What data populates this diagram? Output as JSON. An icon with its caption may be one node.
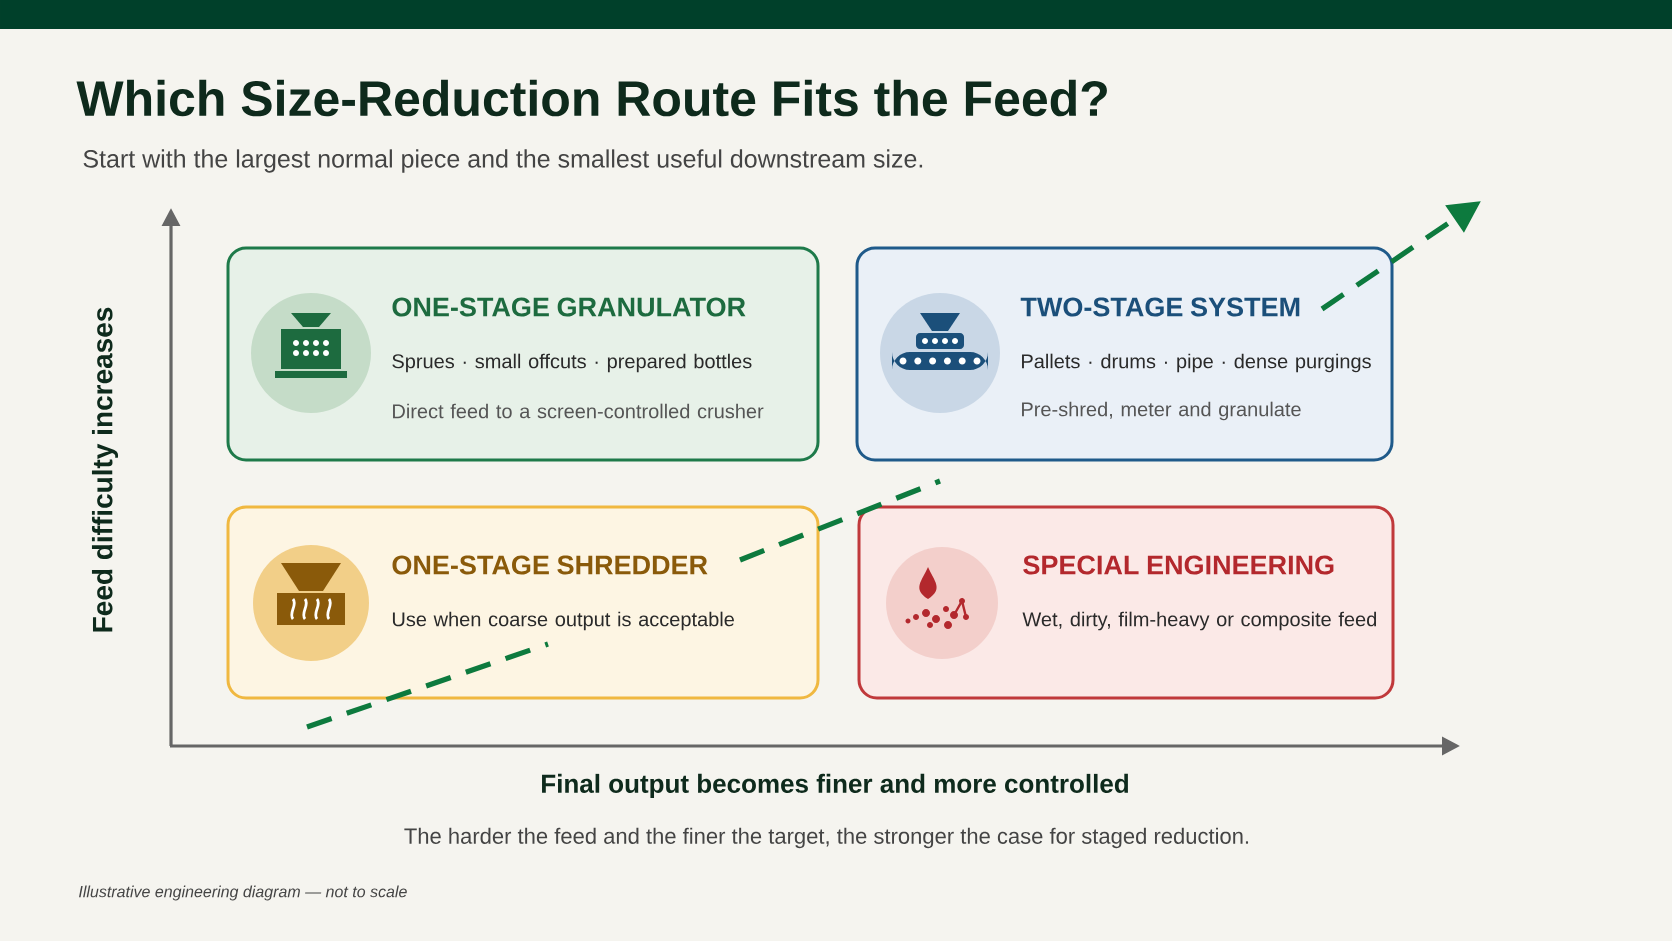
{
  "diagram": {
    "title": "Which Size-Reduction Route Fits the Feed?",
    "nodes": [
      {
        "text": [
          "ONE-STAGE GRANULATOR",
          "Sprues · small offcuts · prepared bottles",
          "Direct feed to a screen-controlled crusher"
        ]
      },
      {
        "text": [
          "TWO-STAGE SYSTEM",
          "Pallets · drums · pipe · dense purgings",
          "Pre-shred, meter and granulate"
        ]
      },
      {
        "text": [
          "ONE-STAGE SHREDDER",
          "Use when coarse output is acceptable"
        ]
      },
      {
        "text": [
          "SPECIAL ENGINEERING",
          "Wet, dirty, film-heavy or composite feed"
        ]
      }
    ],
    "labels": [
      "Start with the largest normal piece and the smallest useful downstream size.",
      "Feed difficulty increases",
      "Final output becomes finer and more controlled",
      "The harder the feed and the finer the target, the stronger the case for staged reduction.",
      "Illustrative engineering diagram — not to scale"
    ]
  }
}
